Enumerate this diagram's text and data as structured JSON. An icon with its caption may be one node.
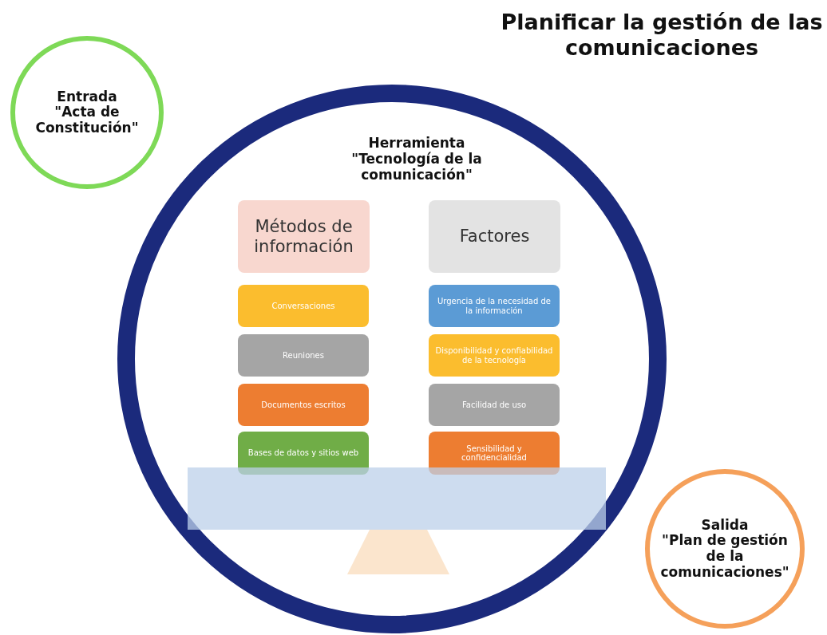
{
  "diagram": {
    "title": "Planificar la gestión de las comunicaciones",
    "nodes": [
      {
        "text": [
          "Entrada",
          "\"Acta de Constitución\""
        ]
      },
      {
        "text": [
          "Herramienta",
          "\"Tecnología de la comunicación\""
        ]
      },
      {
        "text": [
          "Métodos de información"
        ],
        "in": 1
      },
      {
        "text": [
          "Conversaciones"
        ],
        "in": 1
      },
      {
        "text": [
          "Reuniones"
        ],
        "in": 1
      },
      {
        "text": [
          "Documentos escritos"
        ],
        "in": 1
      },
      {
        "text": [
          "Bases de datos y sitios web"
        ],
        "in": 1
      },
      {
        "text": [
          "Factores"
        ],
        "in": 1
      },
      {
        "text": [
          "Urgencia de la necesidad de la información"
        ],
        "in": 1
      },
      {
        "text": [
          "Disponibilidad y confiabilidad de la tecnología"
        ],
        "in": 1
      },
      {
        "text": [
          "Facilidad de uso"
        ],
        "in": 1
      },
      {
        "text": [
          "Sensibilidad y confidencialidad"
        ],
        "in": 1
      },
      {
        "text": [
          "Salida",
          "\"Plan de gestión de la comunicaciones\""
        ]
      }
    ],
    "edges": []
  }
}
